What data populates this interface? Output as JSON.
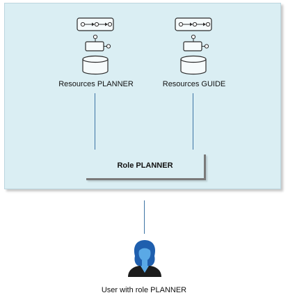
{
  "resources": [
    {
      "label": "Resources PLANNER",
      "icon": "process-flow-icon"
    },
    {
      "label": "Resources GUIDE",
      "icon": "process-flow-icon"
    }
  ],
  "role": {
    "label": "Role PLANNER"
  },
  "user": {
    "label": "User with role PLANNER",
    "icon": "user-avatar-icon"
  },
  "colors": {
    "environment_fill": "#daeef3",
    "connector": "#3c73a4",
    "role_shadow": "#7a7a7a",
    "user_primary": "#1f5fae"
  }
}
